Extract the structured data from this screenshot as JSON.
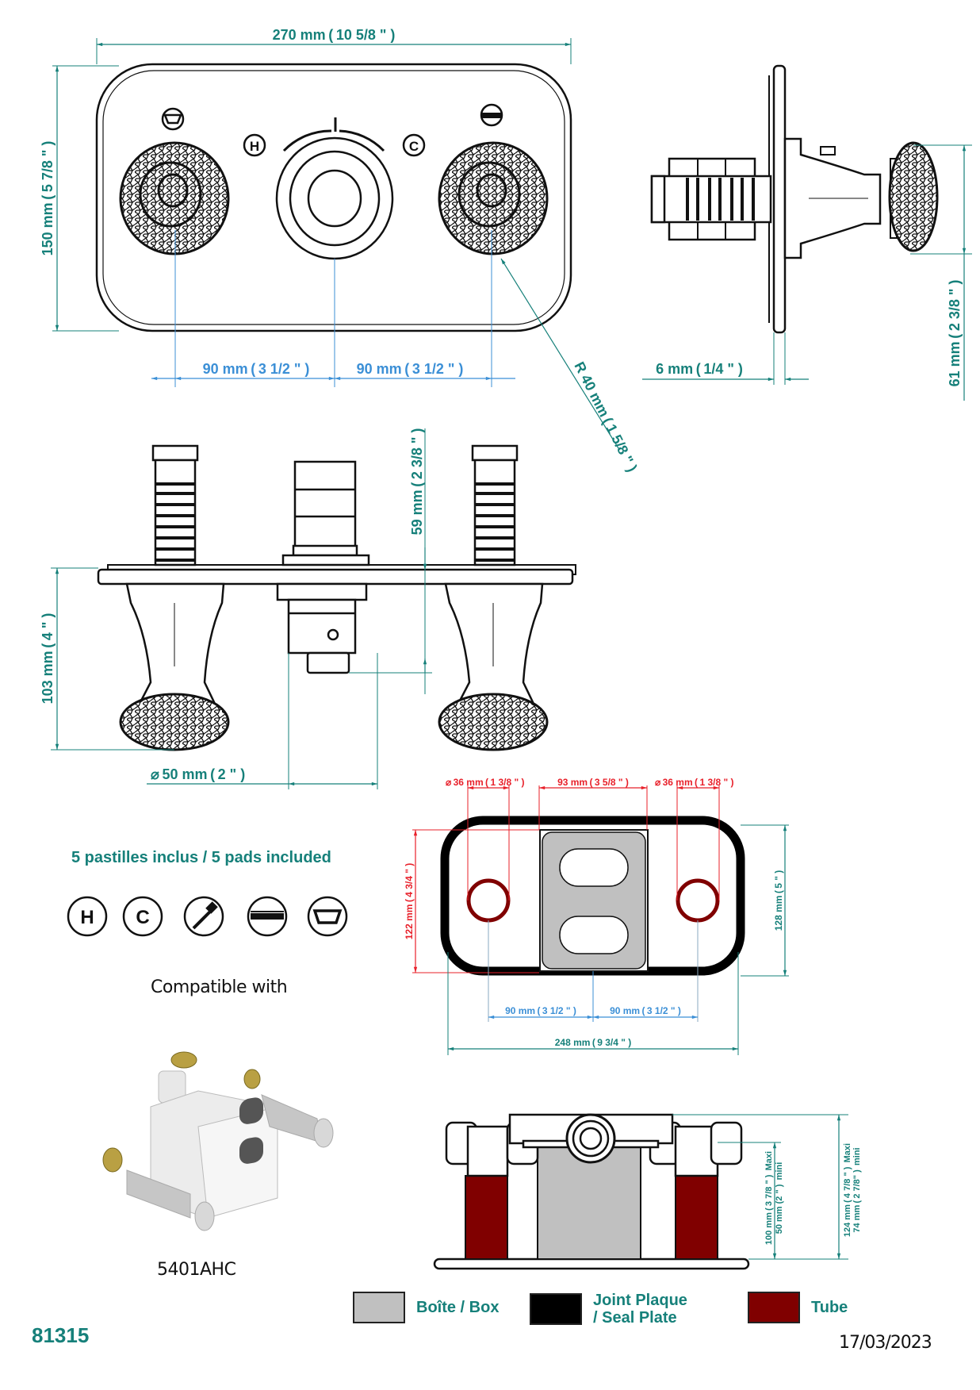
{
  "document": {
    "product_code": "81315",
    "date": "17/03/2023"
  },
  "front_view": {
    "width_dim": "270 mm ( 10 5/8 \" )",
    "height_dim": "150 mm ( 5 7/8 \" )",
    "spacing_left_dim": "90 mm ( 3 1/2 \" )",
    "spacing_right_dim": "90 mm ( 3 1/2 \" )",
    "radius_dim": "R 40 mm ( 1 5/8 \" )",
    "hot_label": "H",
    "cold_label": "C"
  },
  "side_view": {
    "plate_thickness_dim": "6 mm ( 1/4 \" )",
    "projection_dim": "61 mm ( 2 3/8 \" )"
  },
  "top_view": {
    "depth_behind_dim": "59 mm ( 2 3/8 \" )",
    "knob_projection_dim": "103 mm ( 4 \" )",
    "diameter_dim": "⌀ 50 mm ( 2 \" )"
  },
  "box_plan": {
    "left_hole_dim": "⌀ 36 mm ( 1 3/8 \" )",
    "center_width_dim": "93 mm ( 3 5/8 \" )",
    "right_hole_dim": "⌀ 36 mm ( 1 3/8 \" )",
    "inner_height_dim": "122 mm ( 4 3/4 \" )",
    "outer_height_dim": "128 mm ( 5 \" )",
    "spacing_left_dim": "90 mm ( 3 1/2 \" )",
    "spacing_right_dim": "90 mm ( 3 1/2 \" )",
    "total_width_dim": "248 mm ( 9 3/4 \" )"
  },
  "box_section": {
    "inner_max_dim": "100 mm ( 3 7/8 \" )  Maxi",
    "inner_min_dim": "50 mm (2 \" )  mini",
    "outer_max_dim": "124 mm ( 4 7/8 \" )  Maxi",
    "outer_min_dim": "74 mm ( 2 7/8\" )  mini"
  },
  "pads": {
    "title": "5 pastilles inclus / 5 pads included",
    "icons": [
      "hot-pad-icon",
      "cold-pad-icon",
      "hand-shower-pad-icon",
      "overhead-shower-pad-icon",
      "bath-pad-icon"
    ],
    "hot_letter": "H",
    "cold_letter": "C"
  },
  "compatibility": {
    "label": "Compatible with",
    "model": "5401AHC"
  },
  "legend": {
    "items": [
      {
        "label": "Boîte / Box",
        "color": "#c0c0c0"
      },
      {
        "label_line1": "Joint Plaque",
        "label_line2": "/ Seal Plate",
        "color": "#000000"
      },
      {
        "label": "Tube",
        "color": "#800000"
      }
    ]
  },
  "colors": {
    "dimension_teal": "#16807a",
    "dimension_blue": "#3b8fd6",
    "dimension_red": "#e8202a",
    "box_gray": "#c0c0c0",
    "tube_red": "#800000"
  }
}
